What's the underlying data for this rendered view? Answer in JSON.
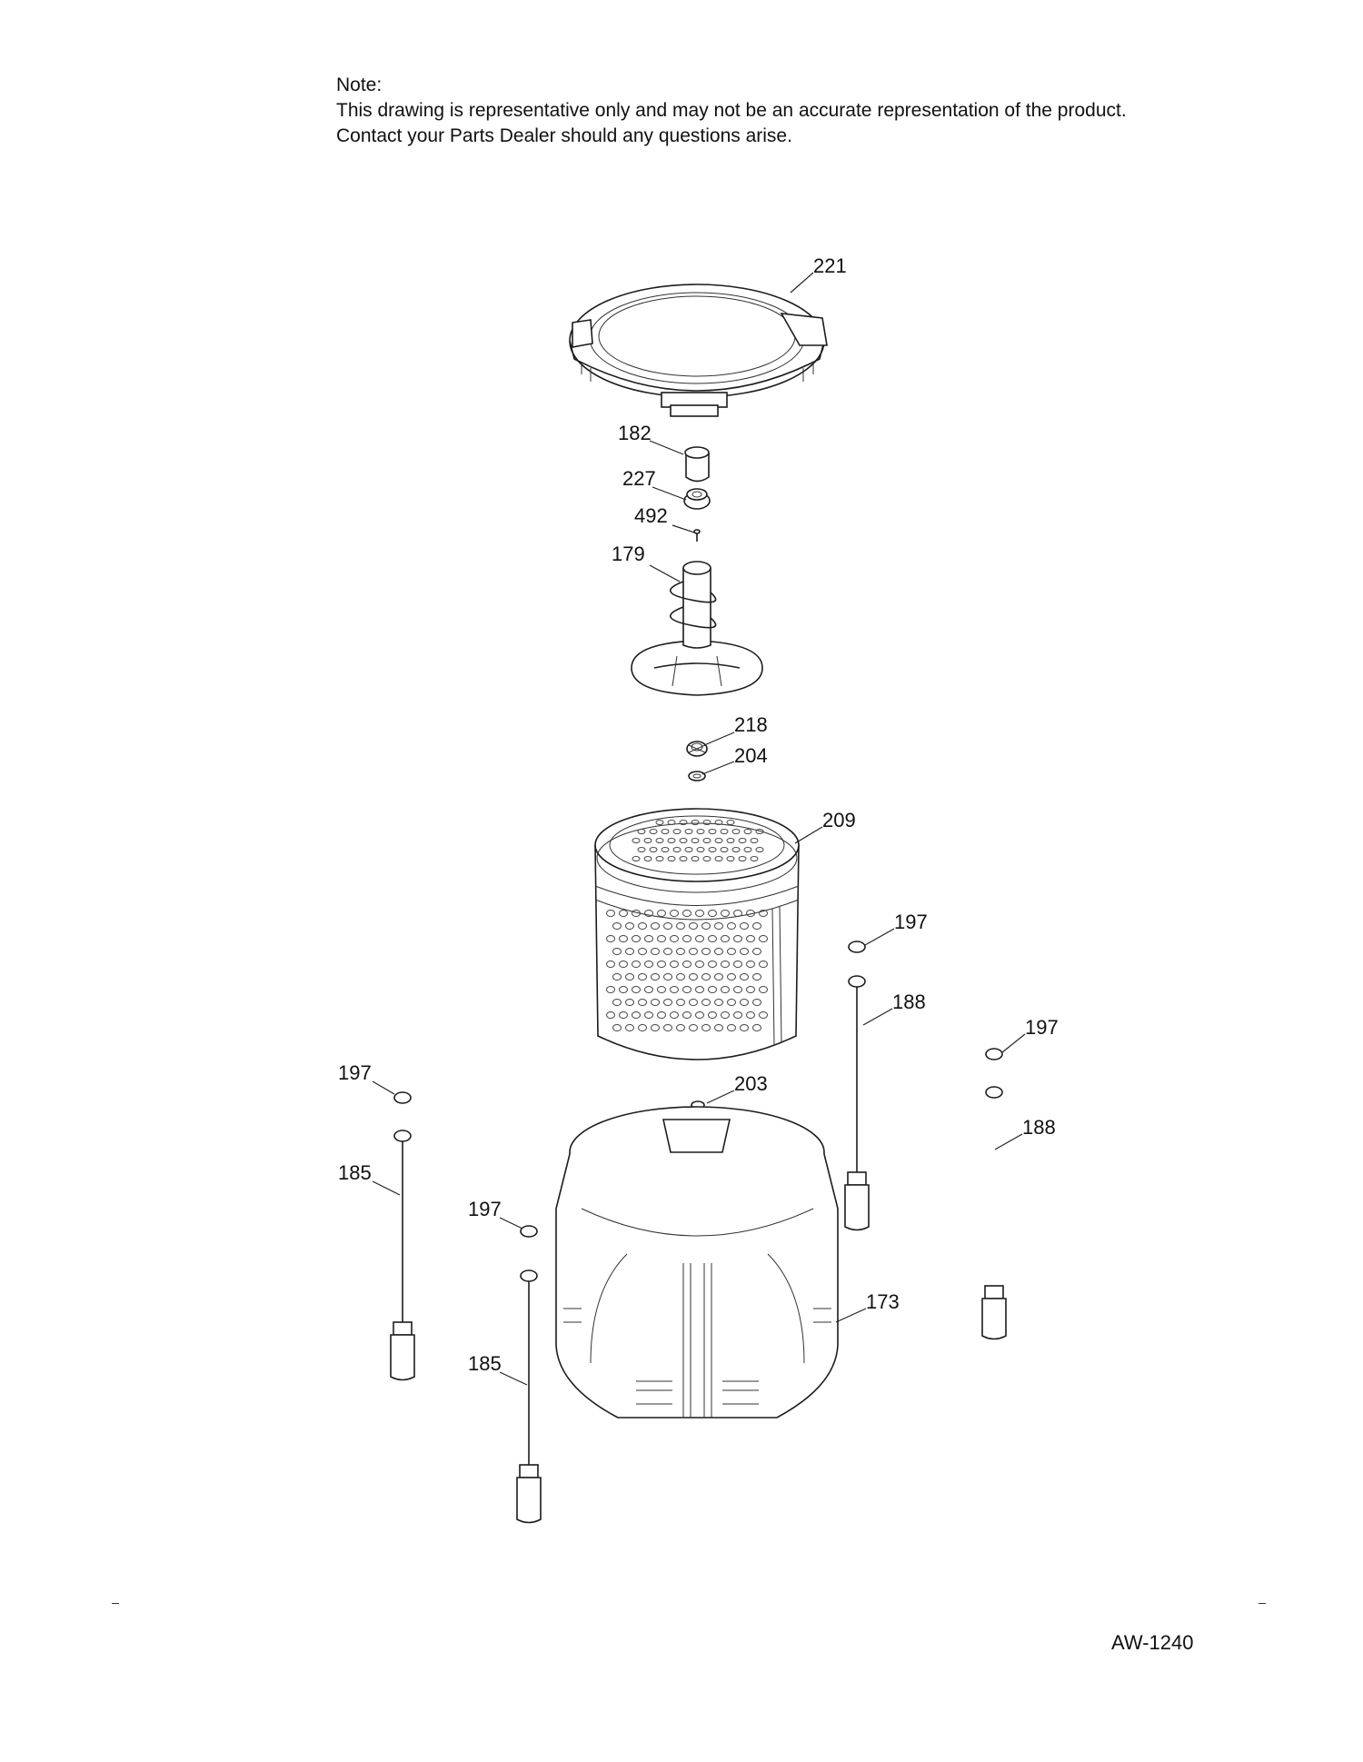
{
  "note": {
    "lines": [
      "Note:",
      "This drawing is representative only and may not be an accurate representation of the product.",
      "Contact your Parts Dealer should any questions arise."
    ]
  },
  "callouts": [
    "221",
    "182",
    "227",
    "492",
    "179",
    "218",
    "204",
    "209",
    "197",
    "188",
    "197",
    "197",
    "185",
    "203",
    "188",
    "197",
    "173",
    "185"
  ],
  "page_code": "AW-1240"
}
